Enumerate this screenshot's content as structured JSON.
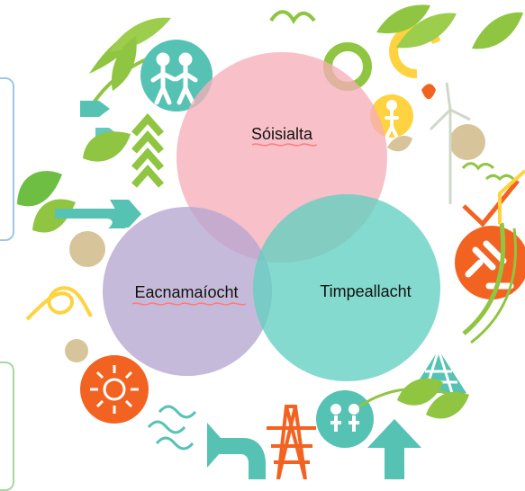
{
  "diagram": {
    "labels": {
      "social": "Sóisialta",
      "economic": "Eacnamaíocht",
      "environment": "Timpeallacht"
    },
    "colors": {
      "social_circle": "#f6aeb8",
      "economic_circle": "#b6a6d1",
      "environment_circle": "#62cfc0",
      "green_icons": "#8fc541",
      "teal_icons": "#55c2b4",
      "orange_icons": "#f26322",
      "yellow_icons": "#ffd23f",
      "sand_dots": "#d8c49a"
    },
    "icons": [
      "people-icon",
      "person-icon",
      "wind-turbine-icon",
      "gavel-icon",
      "leaf-icon",
      "pylon-icon",
      "sun-icon",
      "waves-icon",
      "arrow-icon",
      "bird-icon",
      "ring-icon"
    ]
  }
}
